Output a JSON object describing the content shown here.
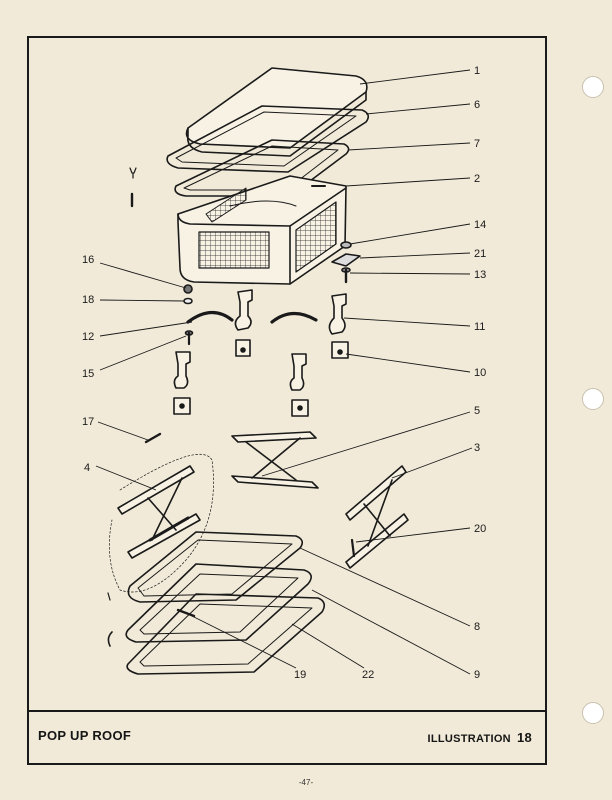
{
  "footer": {
    "title": "POP UP ROOF",
    "illustration_label": "ILLUSTRATION",
    "illustration_number": "18"
  },
  "page_number": "-47-",
  "callouts": {
    "c1": "1",
    "c6": "6",
    "c7": "7",
    "c2": "2",
    "c14": "14",
    "c21": "21",
    "c13": "13",
    "c16": "16",
    "c18": "18",
    "c12": "12",
    "c11": "11",
    "c15": "15",
    "c10": "10",
    "c17": "17",
    "c5": "5",
    "c3": "3",
    "c4": "4",
    "c20": "20",
    "c8": "8",
    "c9": "9",
    "c19": "19",
    "c22": "22"
  },
  "colors": {
    "ink": "#1a1a1a",
    "paper": "#f1ead8",
    "shade": "#d9d2c0"
  }
}
